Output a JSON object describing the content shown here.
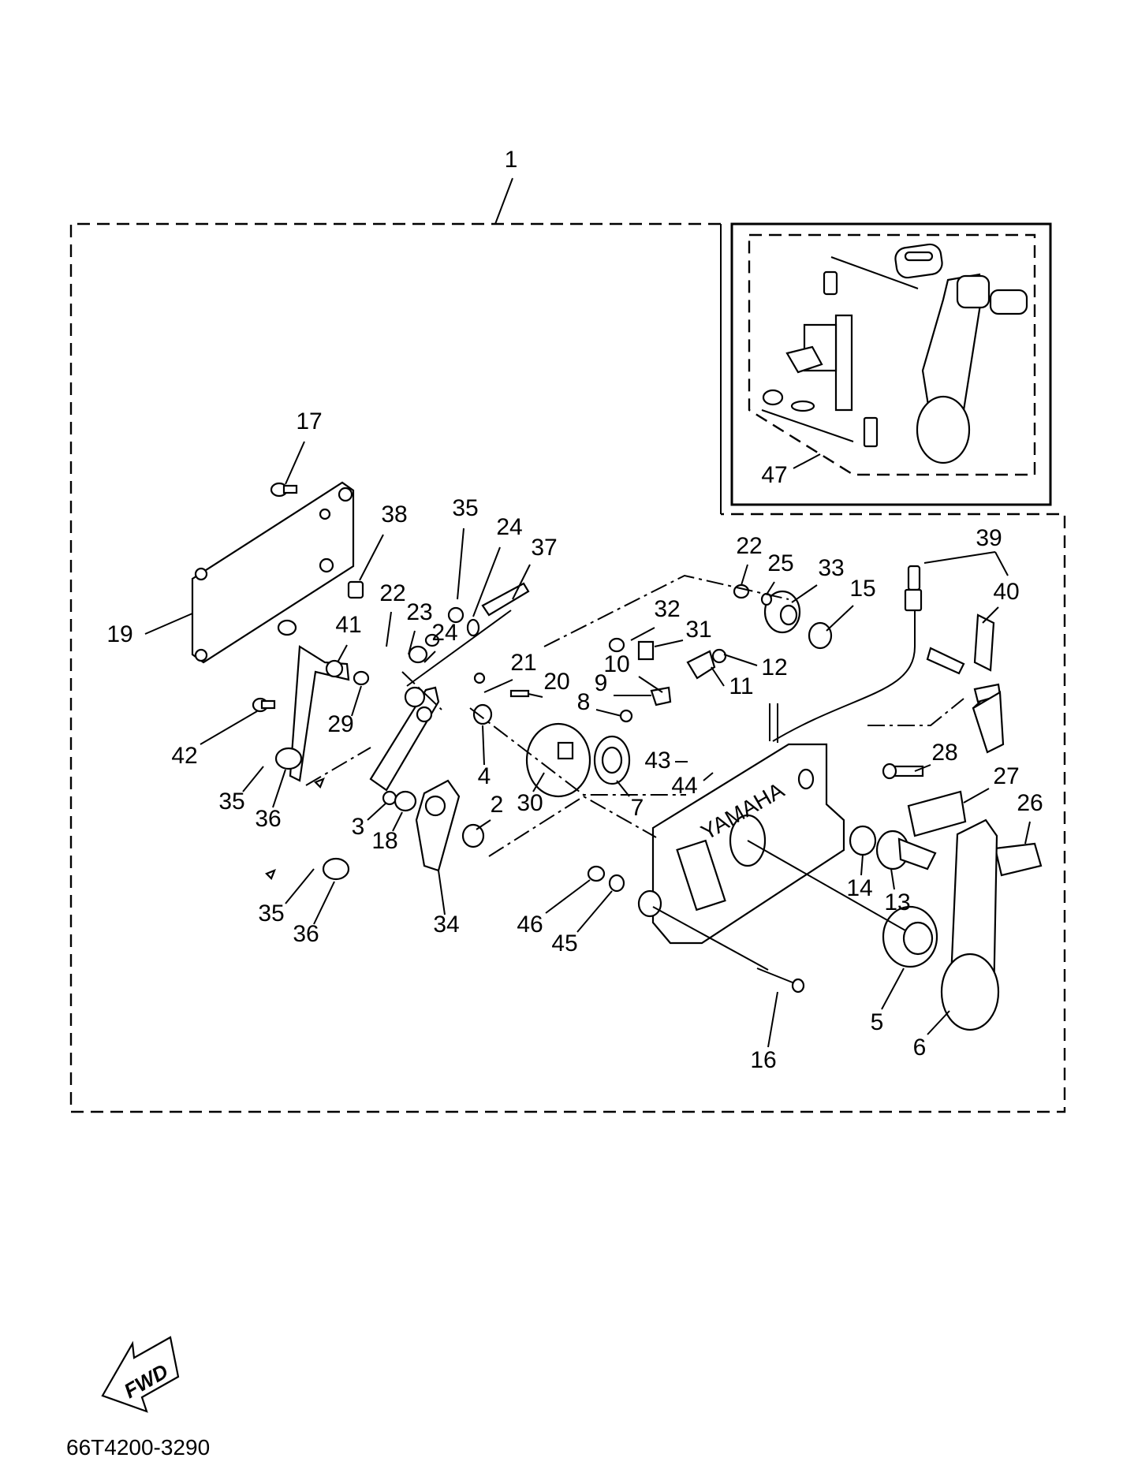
{
  "diagram": {
    "assembly_label": "1",
    "diagram_code": "66T4200-3290",
    "fwd_label": "FWD",
    "brand_text": "YAMAHA",
    "callouts": [
      {
        "id": "c17",
        "text": "17"
      },
      {
        "id": "c38",
        "text": "38"
      },
      {
        "id": "c35a",
        "text": "35"
      },
      {
        "id": "c24a",
        "text": "24"
      },
      {
        "id": "c37",
        "text": "37"
      },
      {
        "id": "c22a",
        "text": "22"
      },
      {
        "id": "c23",
        "text": "23"
      },
      {
        "id": "c24b",
        "text": "24"
      },
      {
        "id": "c19",
        "text": "19"
      },
      {
        "id": "c41",
        "text": "41"
      },
      {
        "id": "c29",
        "text": "29"
      },
      {
        "id": "c42",
        "text": "42"
      },
      {
        "id": "c35b",
        "text": "35"
      },
      {
        "id": "c36a",
        "text": "36"
      },
      {
        "id": "c3",
        "text": "3"
      },
      {
        "id": "c18",
        "text": "18"
      },
      {
        "id": "c35c",
        "text": "35"
      },
      {
        "id": "c36b",
        "text": "36"
      },
      {
        "id": "c34",
        "text": "34"
      },
      {
        "id": "c21",
        "text": "21"
      },
      {
        "id": "c20",
        "text": "20"
      },
      {
        "id": "c4",
        "text": "4"
      },
      {
        "id": "c30",
        "text": "30"
      },
      {
        "id": "c2",
        "text": "2"
      },
      {
        "id": "c7",
        "text": "7"
      },
      {
        "id": "c32",
        "text": "32"
      },
      {
        "id": "c31",
        "text": "31"
      },
      {
        "id": "c10",
        "text": "10"
      },
      {
        "id": "c9",
        "text": "9"
      },
      {
        "id": "c8",
        "text": "8"
      },
      {
        "id": "c11",
        "text": "11"
      },
      {
        "id": "c22b",
        "text": "22"
      },
      {
        "id": "c25",
        "text": "25"
      },
      {
        "id": "c33",
        "text": "33"
      },
      {
        "id": "c15",
        "text": "15"
      },
      {
        "id": "c12",
        "text": "12"
      },
      {
        "id": "c43",
        "text": "43"
      },
      {
        "id": "c44",
        "text": "44"
      },
      {
        "id": "c39",
        "text": "39"
      },
      {
        "id": "c40",
        "text": "40"
      },
      {
        "id": "c28",
        "text": "28"
      },
      {
        "id": "c27",
        "text": "27"
      },
      {
        "id": "c26",
        "text": "26"
      },
      {
        "id": "c14",
        "text": "14"
      },
      {
        "id": "c13",
        "text": "13"
      },
      {
        "id": "c46",
        "text": "46"
      },
      {
        "id": "c45",
        "text": "45"
      },
      {
        "id": "c5",
        "text": "5"
      },
      {
        "id": "c6",
        "text": "6"
      },
      {
        "id": "c16",
        "text": "16"
      },
      {
        "id": "c47",
        "text": "47"
      }
    ]
  }
}
